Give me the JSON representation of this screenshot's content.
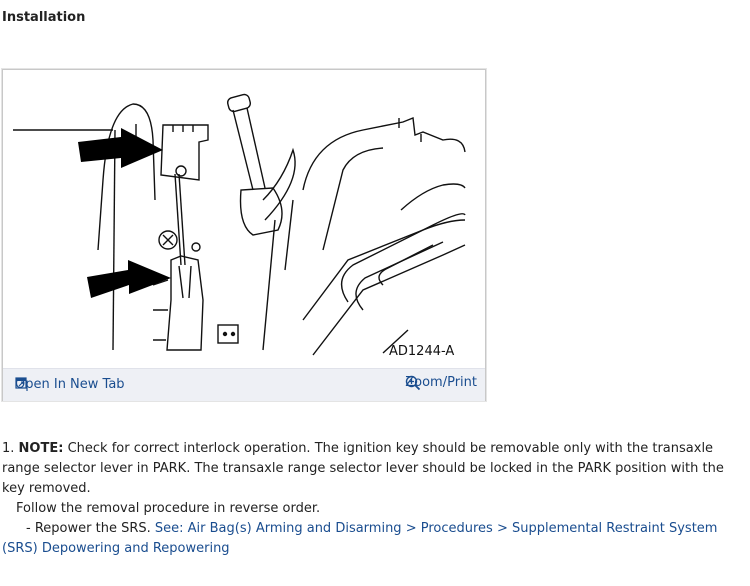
{
  "section_title": "Installation",
  "figure": {
    "code": "AD1244-A",
    "open_tab_label": "Open In New Tab",
    "zoom_label": "Zoom/Print",
    "open_tab_icon": "external-window-icon",
    "zoom_icon": "magnifier-plus-icon"
  },
  "steps": {
    "number": "1.",
    "note_label": "NOTE:",
    "note_text": " Check for correct interlock operation. The ignition key should be removable only with the transaxle range selector lever in PARK. The transaxle range selector lever should be locked in the PARK position with the key removed.",
    "follow_text": "Follow the removal procedure in reverse order.",
    "dash": "-",
    "repower_text": "Repower the SRS.",
    "see_link": "See: Air Bag(s) Arming and Disarming > Procedures > Supplemental Restraint System (SRS) Depowering and Repowering"
  },
  "colors": {
    "link": "#1a4d8f",
    "bar": "#eef0f5"
  }
}
